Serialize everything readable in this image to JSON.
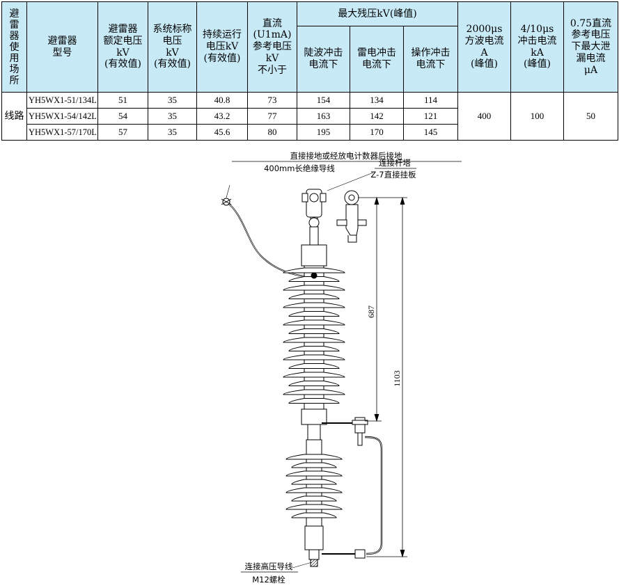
{
  "table": {
    "headers": {
      "location": [
        "避",
        "雷",
        "器",
        "使",
        "用",
        "场",
        "所"
      ],
      "model": [
        "避雷器",
        "型号"
      ],
      "rated_voltage": [
        "避雷器",
        "额定电压",
        "kV",
        "(有效值)"
      ],
      "system_voltage": [
        "系统标称",
        "电压",
        "kV",
        "(有效值)"
      ],
      "continuous_voltage": [
        "持续运行",
        "电压kV",
        "(有效值)"
      ],
      "dc_ref": [
        "直流",
        "(U1mA)",
        "参考电压",
        "kV",
        "不小于"
      ],
      "residual_group": "最大残压kV(峰值)",
      "steep": [
        "陡波冲击",
        "电流下"
      ],
      "lightning": [
        "雷电冲击",
        "电流下"
      ],
      "switching": [
        "操作冲击",
        "电流下"
      ],
      "square_wave": [
        "2000μs",
        "方波电流",
        "A",
        "(峰值)"
      ],
      "impulse": [
        "4/10μs",
        "冲击电流",
        "kA",
        "(峰值)"
      ],
      "leakage": [
        "0.75直流",
        "参考电压",
        "下最大泄",
        "漏电流",
        "μA"
      ]
    },
    "location_value": "线路",
    "rows": [
      {
        "model": "YH5WX1-51/134L",
        "rated": "51",
        "system": "35",
        "continuous": "40.8",
        "dc": "73",
        "steep": "154",
        "lightning": "134",
        "switching": "114"
      },
      {
        "model": "YH5WX1-54/142L",
        "rated": "54",
        "system": "35",
        "continuous": "43.2",
        "dc": "77",
        "steep": "163",
        "lightning": "142",
        "switching": "121"
      },
      {
        "model": "YH5WX1-57/170L",
        "rated": "57",
        "system": "35",
        "continuous": "45.6",
        "dc": "80",
        "steep": "195",
        "lightning": "170",
        "switching": "145"
      }
    ],
    "merged": {
      "square_wave": "400",
      "impulse": "100",
      "leakage": "50"
    }
  },
  "drawing": {
    "label_ground_1": "直接接地或经放电计数器后接地",
    "label_ground_2": "400mm长绝缘导线",
    "label_tower_1": "连接杆塔",
    "label_tower_2": "Z-7直接挂板",
    "dim_upper": "687",
    "dim_total": "1103",
    "label_hv_1": "连接高压导线",
    "label_hv_2": "M12螺栓"
  }
}
